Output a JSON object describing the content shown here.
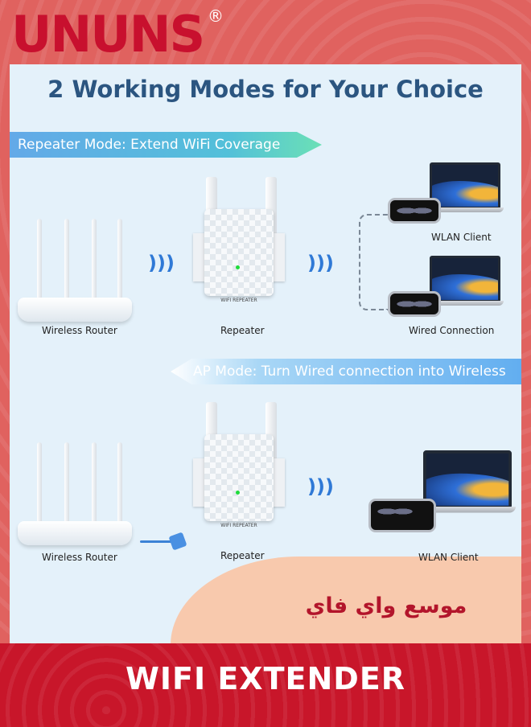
{
  "brand": {
    "name": "UNUNS",
    "registered": "®"
  },
  "title": "2 Working Modes for Your Choice",
  "repeater_mode": {
    "banner": "Repeater Mode: Extend WiFi Coverage",
    "router_label": "Wireless Router",
    "repeater_label": "Repeater",
    "client_top_label": "WLAN Client",
    "client_bottom_label": "Wired Connection",
    "device_tag": "WIFI REPEATER"
  },
  "ap_mode": {
    "banner": "AP Mode: Turn Wired connection into Wireless",
    "router_label": "Wireless Router",
    "repeater_label": "Repeater",
    "client_label": "WLAN Client",
    "device_tag": "WIFI REPEATER"
  },
  "arabic_title": "موسع واي فاي",
  "footer_title": "WIFI EXTENDER",
  "colors": {
    "brand_red": "#c8102e",
    "title_blue": "#2b5580",
    "wifi_blue": "#2f79d6",
    "led_green": "#1fdc3b"
  }
}
